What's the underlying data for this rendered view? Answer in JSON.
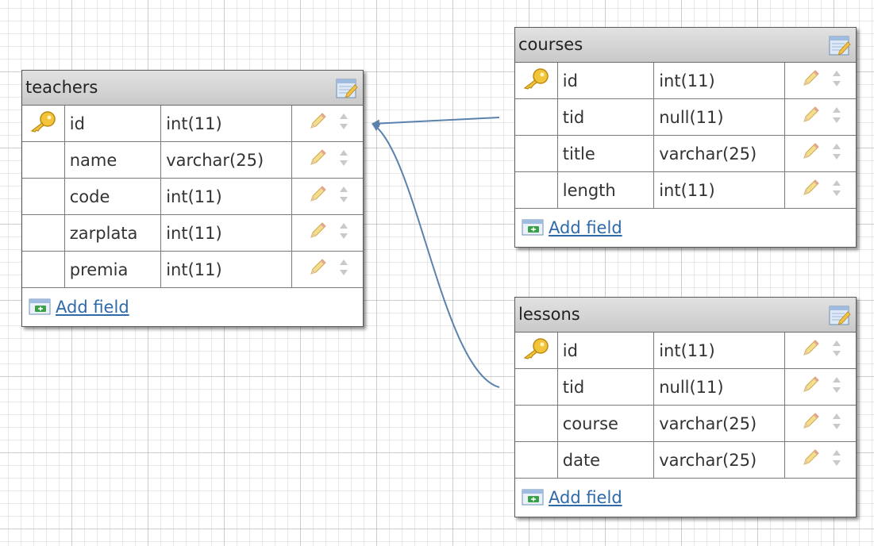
{
  "tables": {
    "teachers": {
      "name": "teachers",
      "fields": [
        {
          "name": "id",
          "type": "int(11)",
          "key": true
        },
        {
          "name": "name",
          "type": "varchar(25)",
          "key": false
        },
        {
          "name": "code",
          "type": "int(11)",
          "key": false
        },
        {
          "name": "zarplata",
          "type": "int(11)",
          "key": false
        },
        {
          "name": "premia",
          "type": "int(11)",
          "key": false
        }
      ],
      "add_label": "Add field"
    },
    "courses": {
      "name": "courses",
      "fields": [
        {
          "name": "id",
          "type": "int(11)",
          "key": true
        },
        {
          "name": "tid",
          "type": "null(11)",
          "key": false
        },
        {
          "name": "title",
          "type": "varchar(25)",
          "key": false
        },
        {
          "name": "length",
          "type": "int(11)",
          "key": false
        }
      ],
      "add_label": "Add field"
    },
    "lessons": {
      "name": "lessons",
      "fields": [
        {
          "name": "id",
          "type": "int(11)",
          "key": true
        },
        {
          "name": "tid",
          "type": "null(11)",
          "key": false
        },
        {
          "name": "course",
          "type": "varchar(25)",
          "key": false
        },
        {
          "name": "date",
          "type": "varchar(25)",
          "key": false
        }
      ],
      "add_label": "Add field"
    }
  },
  "relations": [
    {
      "from": "courses.tid",
      "to": "teachers.id"
    },
    {
      "from": "lessons.tid",
      "to": "teachers.id"
    }
  ],
  "colors": {
    "relation_line": "#5b82ad",
    "link": "#2f6aa8",
    "key_icon": "#f2c438",
    "header": "#d4d4d4"
  },
  "icons": {
    "key": "key-icon",
    "edit_field": "pencil-icon",
    "reorder": "sort-arrows-icon",
    "edit_table": "edit-table-icon",
    "add_field": "add-field-icon"
  }
}
